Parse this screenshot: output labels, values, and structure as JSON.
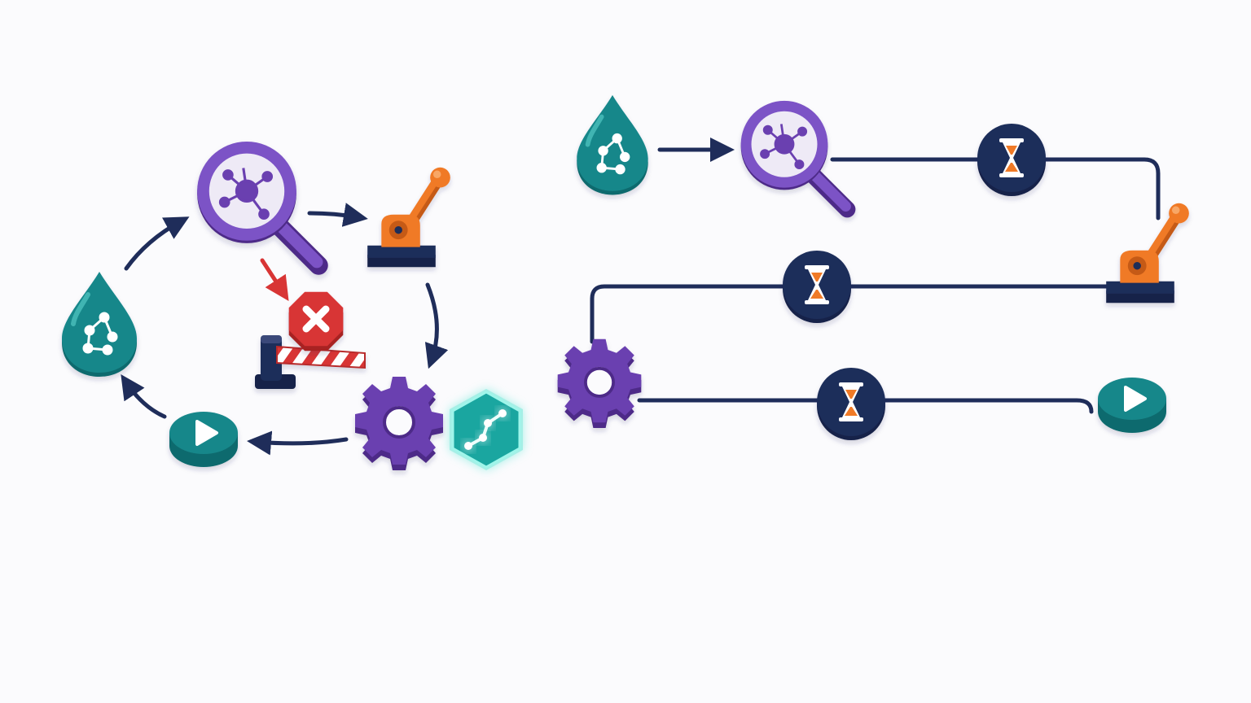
{
  "colors": {
    "background": "#fbfbfd",
    "navy": "#1f2d5a",
    "teal": "#17878a",
    "teal_dark": "#0f6b6e",
    "purple": "#6a3fb0",
    "purple_dark": "#4e2c88",
    "orange": "#f07a28",
    "orange_dark": "#c55a14",
    "red": "#d83535",
    "glow": "#5fe6d5",
    "white": "#ffffff"
  },
  "icons": {
    "data_source": "droplet-icon",
    "inspect": "magnifier-icon",
    "control": "lever-icon",
    "process": "gear-icon",
    "run": "play-icon",
    "wait": "hourglass-icon",
    "block": "stop-sign-icon",
    "barrier": "barrier-gate-icon",
    "output": "hexagon-icon"
  },
  "cycle_diagram": {
    "nodes": [
      "data-source",
      "inspect",
      "control",
      "process",
      "output",
      "run"
    ],
    "blocked_branch": [
      "inspect",
      "stop-sign",
      "barrier-gate"
    ]
  },
  "linear_diagram": {
    "nodes": [
      "data-source",
      "inspect",
      "wait",
      "control",
      "wait",
      "process",
      "wait",
      "run"
    ],
    "wait_count": 3
  }
}
